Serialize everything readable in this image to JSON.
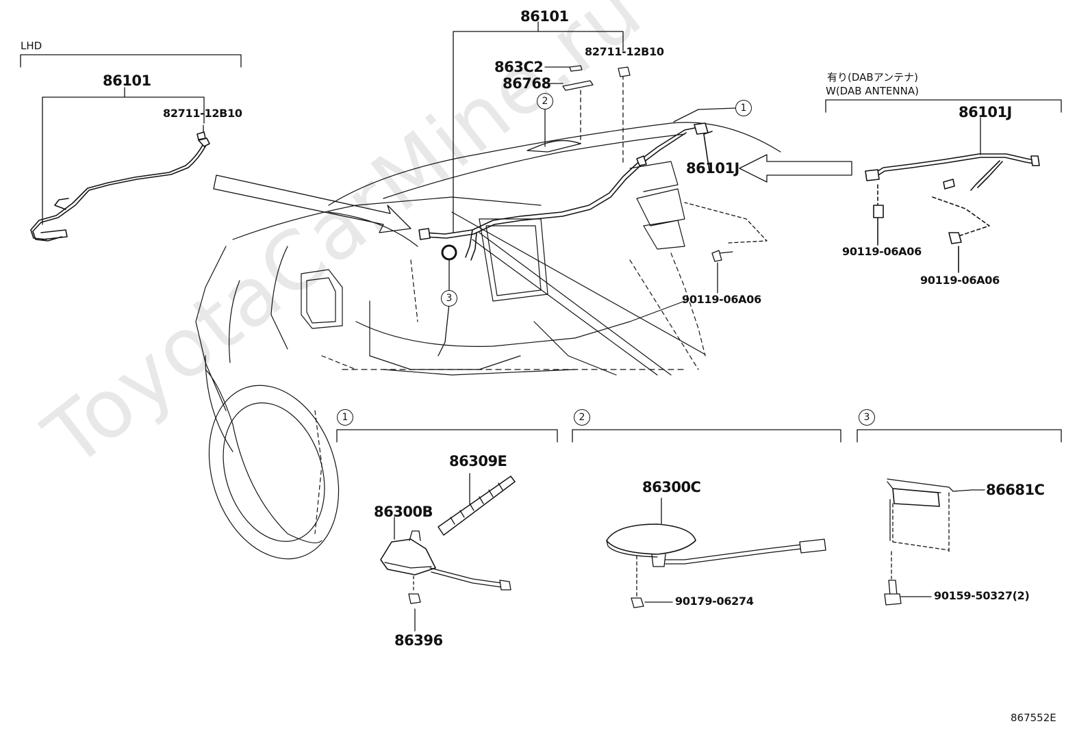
{
  "watermark": "ToyotaCarMine.ru",
  "diagram_id": "867552E",
  "groups": {
    "lhd": {
      "label": "LHD",
      "part": "86101",
      "clip": "82711-12B10"
    },
    "main": {
      "part": "86101",
      "cover": "863C2",
      "pad": "86768",
      "clip": "82711-12B10",
      "callout": "2",
      "callout_lower": "3",
      "callout_top": "1"
    },
    "dab": {
      "label_jp": "有り(DABアンテナ)",
      "label_en": "W(DAB ANTENNA)",
      "part": "86101J",
      "screw_a": "90119-06A06",
      "screw_b": "90119-06A06"
    },
    "main_right": {
      "part": "86101J",
      "screw": "90119-06A06"
    }
  },
  "detail1": {
    "callout": "1",
    "element": "86309E",
    "base": "86300B",
    "nut": "86396"
  },
  "detail2": {
    "callout": "2",
    "antenna": "86300C",
    "nut": "90179-06274"
  },
  "detail3": {
    "callout": "3",
    "amp": "86681C",
    "screw": "90159-50327(2)"
  }
}
